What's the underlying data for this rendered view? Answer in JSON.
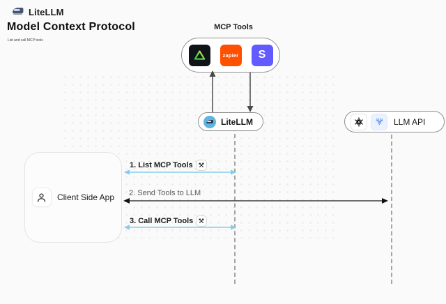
{
  "header": {
    "brand": "LiteLLM",
    "title": "Model Context Protocol",
    "subtitle": "List and call MCP tools"
  },
  "mcp_tools": {
    "label": "MCP Tools",
    "tools": [
      {
        "name": "triangle-logo",
        "style": "black square with green gradient triangle"
      },
      {
        "name": "zapier",
        "text": "zapier",
        "color": "#FF4F00"
      },
      {
        "name": "stripe",
        "text": "S",
        "color": "#635BFF"
      }
    ]
  },
  "nodes": {
    "litellm": {
      "label": "LiteLLM"
    },
    "llm_api": {
      "label": "LLM API"
    },
    "client": {
      "label": "Client Side App"
    }
  },
  "messages": [
    {
      "label": "1. List MCP Tools",
      "has_tool_icon": true,
      "arrow": "double",
      "color": "#86cdeb",
      "from": "client",
      "to": "litellm"
    },
    {
      "label": "2. Send Tools to LLM",
      "has_tool_icon": false,
      "arrow": "double",
      "color": "#3d3d3d",
      "from": "client",
      "to": "llm_api"
    },
    {
      "label": "3. Call MCP Tools",
      "has_tool_icon": true,
      "arrow": "double",
      "color": "#86cdeb",
      "from": "client",
      "to": "litellm"
    }
  ],
  "icons": {
    "brand_logo": "train-icon",
    "litellm_node": "train-icon",
    "llm_provider_1": "openai-icon",
    "llm_provider_2": "provider-wheat-icon",
    "client": "person-icon",
    "message_chip": "crossed-tools-icon"
  },
  "colors": {
    "background": "#FAFAFA",
    "node_border": "#8f8f8f",
    "blue_arrow": "#86cdeb",
    "dark_arrow": "#3d3d3d",
    "lifeline": "#a5a5a5",
    "zapier_orange": "#FF4F00",
    "stripe_purple": "#635BFF",
    "litellm_blue": "#5fb4e0"
  }
}
